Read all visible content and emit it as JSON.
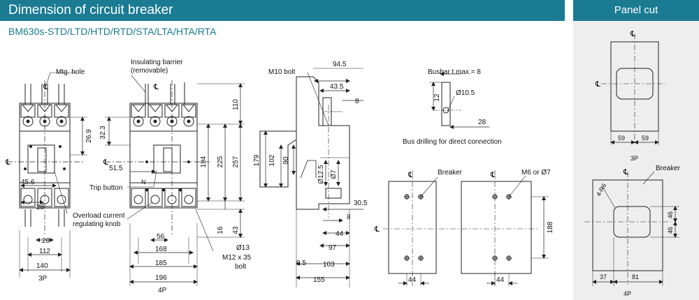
{
  "header": {
    "title": "Dimension of circuit breaker",
    "panel_title": "Panel cut"
  },
  "subtitle": "BM630s-STD/LTD/HTD/RTD/STA/LTA/HTA/RTA",
  "colors": {
    "header_bg": "#1a7b93",
    "subtitle": "#1a7b93",
    "side_panel_bg": "#eeeeee"
  },
  "labels": {
    "cl": "℄",
    "mtg_hole": "Mtg. hole",
    "insulating_barrier": "Insulating barrier",
    "removable": "(removable)",
    "m10_bolt": "M10  bolt",
    "busbar_tmax": "Busbar t max.=  8",
    "bus_drilling": "Bus drilling for direct connection",
    "trip_button": "Trip button",
    "n_mark": "N",
    "overload_1": "Overload current",
    "overload_2": "regulating knob",
    "m12": "M12 x 35",
    "bolt": "bolt",
    "breaker": "Breaker",
    "m6_phi7": "M6  or   Ø7",
    "four_r6": "4-R6",
    "view_3p": "3P",
    "view_4p": "4P"
  },
  "dims": {
    "d26_9": "26.9",
    "d45_6": "45.6",
    "d28": "28",
    "d112": "112",
    "d140": "140",
    "d32_3": "32.3",
    "d51_5": "51.5",
    "d56": "56",
    "d168": "168",
    "d185": "185",
    "d196": "196",
    "d110": "110",
    "d194": "194",
    "d225": "225",
    "d257": "257",
    "d16": "16",
    "d43": "43",
    "d_phi13": "Ø13",
    "d94_5": "94.5",
    "d43_5": "43.5",
    "d8": "8",
    "d102": "102",
    "d179": "179",
    "d90": "90",
    "d_phi12_5": "Ø12.5",
    "d_phi7": "Ø7",
    "d30_5": "30.5",
    "d44": "44",
    "d97": "97",
    "d9_5": "9.5",
    "d103": "103",
    "d155": "155",
    "d12": "12",
    "d_phi10_5": "Ø10.5",
    "d188": "188",
    "d59": "59",
    "d46": "46",
    "d37": "37",
    "d81": "81"
  }
}
